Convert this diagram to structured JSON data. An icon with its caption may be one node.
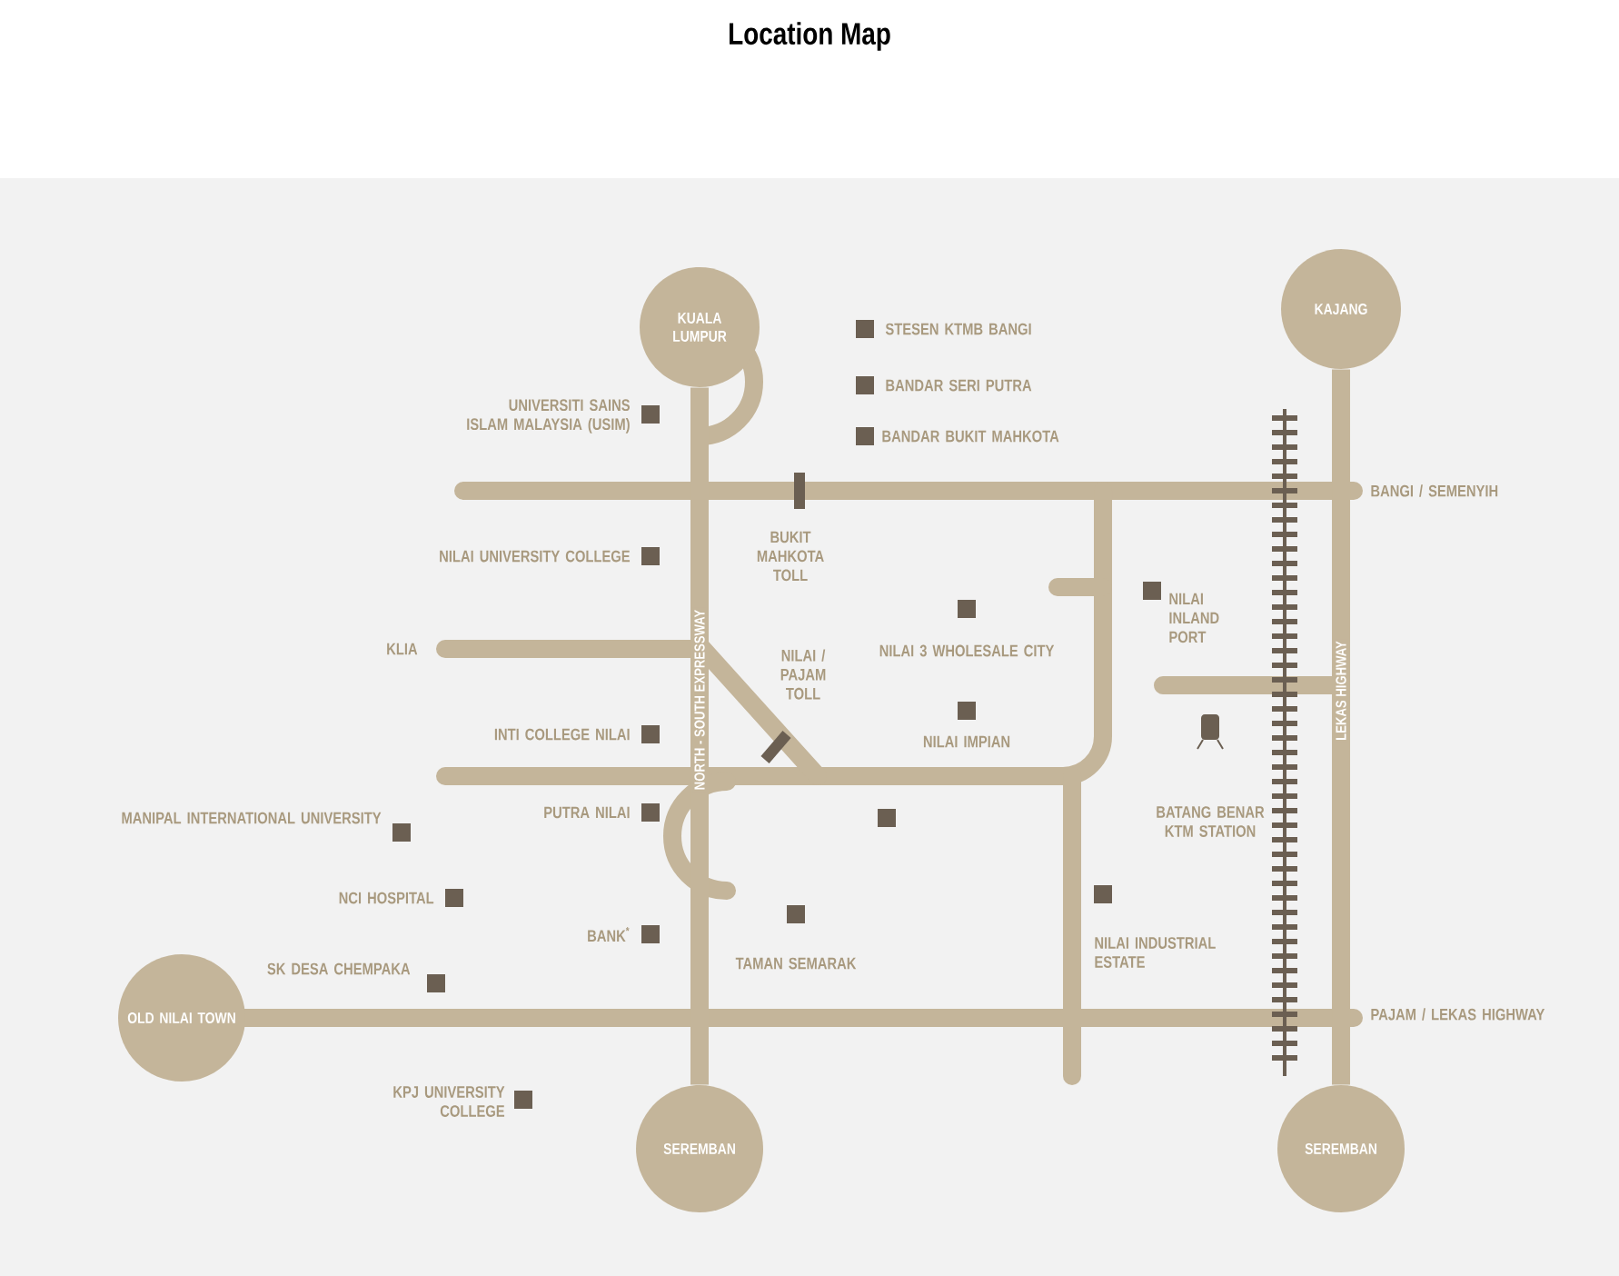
{
  "diagram": {
    "title": "Location Map",
    "nodes": [
      {
        "text": [
          "KUALA LUMPUR"
        ]
      },
      {
        "text": [
          "KAJANG"
        ]
      },
      {
        "text": [
          "OLD NILAI TOWN"
        ]
      },
      {
        "text": [
          "SEREMBAN"
        ]
      },
      {
        "text": [
          "SEREMBAN"
        ]
      }
    ],
    "edges": [
      {
        "from": 0,
        "to": 3,
        "arrow": "none",
        "label": "NORTH - SOUTH EXPRESSWAY"
      },
      {
        "from": 1,
        "to": 4,
        "arrow": "none",
        "label": "LEKAS HIGHWAY"
      }
    ],
    "labels": [
      "UNIVERSITI SAINS ISLAM MALAYSIA (USIM)",
      "STESEN KTMB BANGI",
      "BANDAR SERI PUTRA",
      "BANDAR BUKIT MAHKOTA",
      "BANGI / SEMENYIH",
      "BUKIT MAHKOTA TOLL",
      "NILAI UNIVERSITY COLLEGE",
      "NILAI INLAND PORT",
      "NILAI / PAJAM TOLL",
      "NILAI 3 WHOLESALE CITY",
      "KLIA",
      "NILAI IMPIAN",
      "INTI COLLEGE NILAI",
      "MANIPAL INTERNATIONAL UNIVERSITY",
      "PUTRA NILAI",
      "BATANG BENAR KTM STATION",
      "BANK$^{*}$",
      "NCI HOSPITAL",
      "TAMAN SEMARAK",
      "NILAI INDUSTRIAL ESTATE",
      "SK DESA CHEMPAKA",
      "PAJAM / LEKAS HIGHWAY",
      "KPJ UNIVERSITY COLLEGE"
    ]
  }
}
